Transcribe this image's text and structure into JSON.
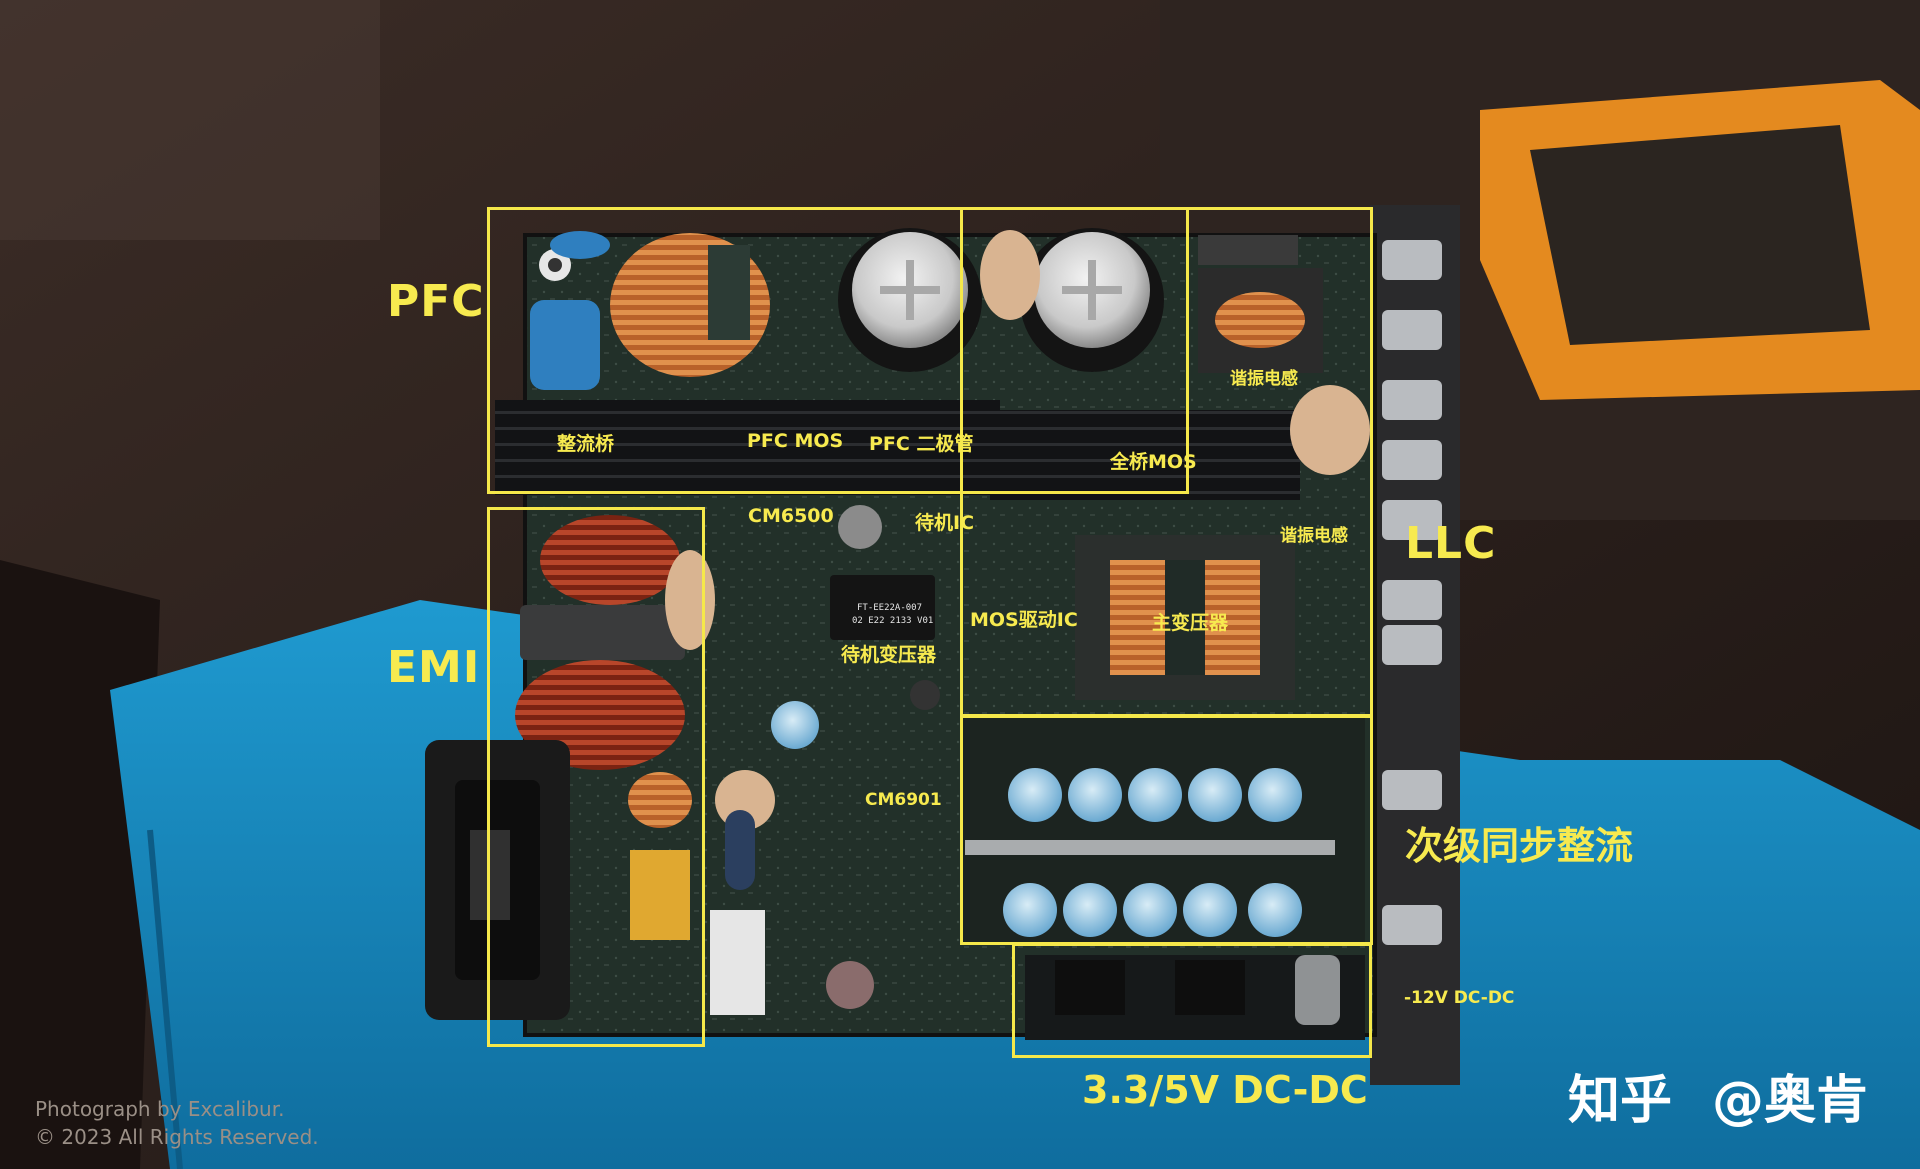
{
  "colors": {
    "annotation": "#f5e84a",
    "pcb": "#1f2a26",
    "mat": "#1a8fc4",
    "table": "#3a2823"
  },
  "sections": {
    "pfc": "PFC",
    "emi": "EMI",
    "llc": "LLC",
    "secondary_sync_rect": "次级同步整流",
    "dcdc_33_5": "3.3/5V DC-DC",
    "dcdc_12": "-12V DC-DC"
  },
  "components": {
    "bridge_rectifier": "整流桥",
    "pfc_mos": "PFC MOS",
    "pfc_diode": "PFC 二极管",
    "full_bridge_mos": "全桥MOS",
    "resonant_inductor_top": "谐振电感",
    "resonant_inductor_right": "谐振电感",
    "cm6500": "CM6500",
    "standby_ic": "待机IC",
    "standby_transformer": "待机变压器",
    "mos_driver_ic": "MOS驱动IC",
    "main_transformer": "主变压器",
    "cm6901": "CM6901"
  },
  "markings": {
    "standby_transformer_part": "FT-EE22A-007",
    "standby_transformer_code": "02 E22 2133 V01"
  },
  "credit": {
    "line1": "Photograph by Excalibur.",
    "line2": "© 2023  All Rights Reserved."
  },
  "watermark": {
    "site": "知乎",
    "author": "@奥肯"
  }
}
